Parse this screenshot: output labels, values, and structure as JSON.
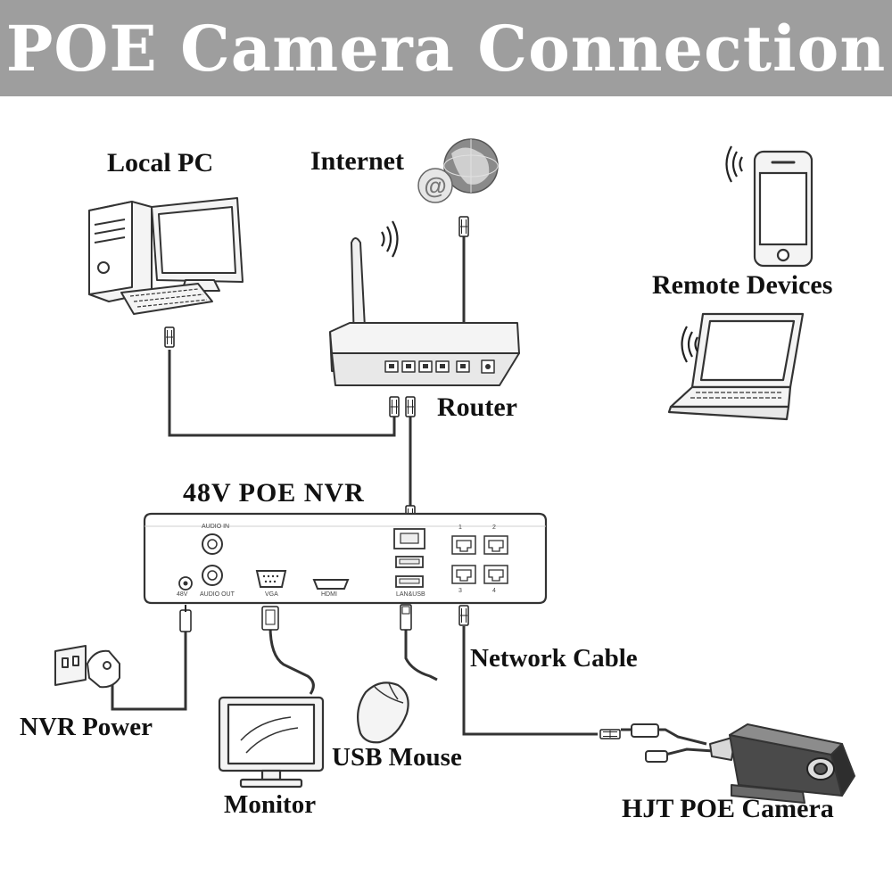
{
  "title": "POE Camera Connection",
  "labels": {
    "local_pc": "Local PC",
    "internet": "Internet",
    "remote_devices": "Remote Devices",
    "router": "Router",
    "nvr": "48V POE NVR",
    "network_cable": "Network Cable",
    "nvr_power": "NVR Power",
    "usb_mouse": "USB Mouse",
    "monitor": "Monitor",
    "camera": "HJT POE Camera"
  },
  "nvr_ports": {
    "audio_in": "AUDIO IN",
    "audio_out": "AUDIO OUT",
    "power": "48V",
    "vga": "VGA",
    "hdmi": "HDMI",
    "lan_usb": "LAN&USB",
    "poe_1": "1",
    "poe_2": "2",
    "poe_3": "3",
    "poe_4": "4"
  },
  "colors": {
    "banner": "#9e9e9e",
    "line": "#333333",
    "device_fill": "#f4f4f4"
  },
  "icons": [
    "desktop-pc-icon",
    "globe-icon",
    "smartphone-icon",
    "laptop-icon",
    "router-icon",
    "nvr-icon",
    "power-adapter-icon",
    "mouse-icon",
    "monitor-icon",
    "bullet-camera-icon",
    "wifi-signal-icon",
    "rj45-plug-icon"
  ]
}
